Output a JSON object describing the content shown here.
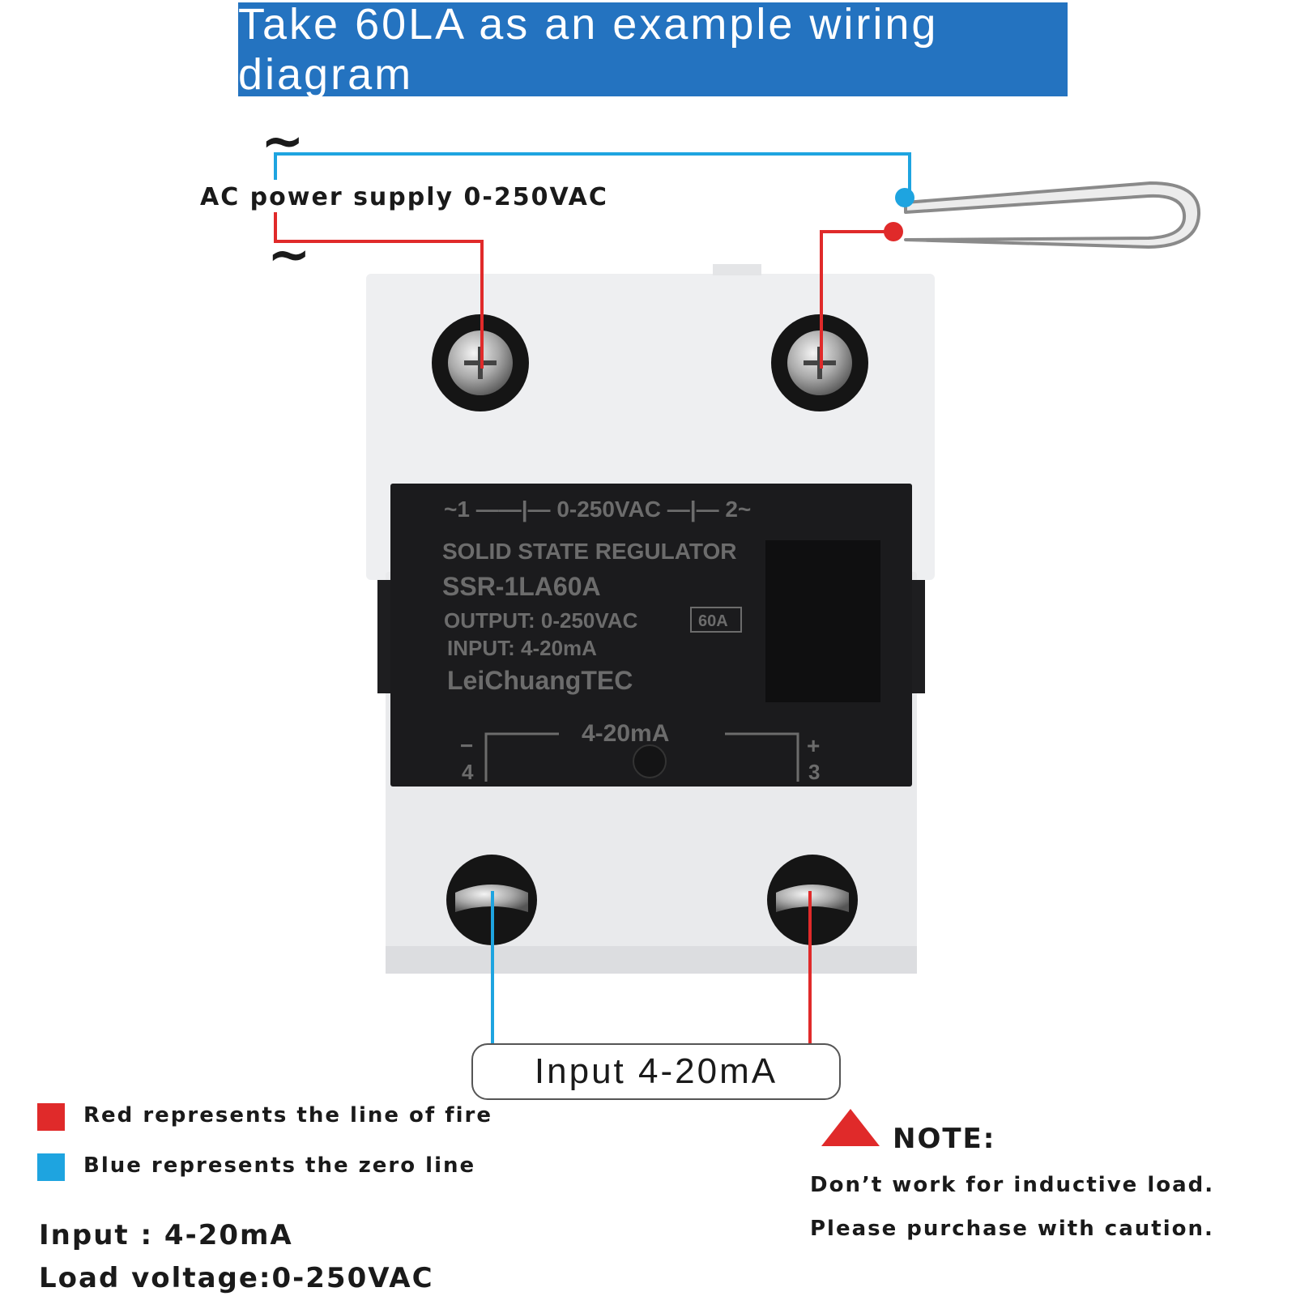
{
  "title": "Take 60LA as an example wiring diagram",
  "ac_symbol": "~",
  "ac_supply_label": "AC power supply 0-250VAC",
  "relay": {
    "top_marking": "~1 ——|— 0-250VAC —|— 2~",
    "line1": "SOLID STATE REGULATOR",
    "model": "SSR-1LA60A",
    "output": "OUTPUT: 0-250VAC",
    "rating": "60A",
    "input": "INPUT: 4-20mA",
    "brand": "LeiChuangTEC",
    "bottom_marking": "4-20mA",
    "minus": "−",
    "plus": "+",
    "terminal_4": "4",
    "terminal_3": "3"
  },
  "input_box_label": "Input 4-20mA",
  "legend": {
    "red_label": "Red represents the line of fire",
    "blue_label": "Blue represents the zero line",
    "red_color": "#e02a2a",
    "blue_color": "#1ea4e0"
  },
  "specs": {
    "input": "Input : 4-20mA",
    "load_voltage": "Load voltage:0-250VAC"
  },
  "note": {
    "title": "NOTE:",
    "line1": "Don’t work for inductive load.",
    "line2": "Please purchase with caution."
  }
}
